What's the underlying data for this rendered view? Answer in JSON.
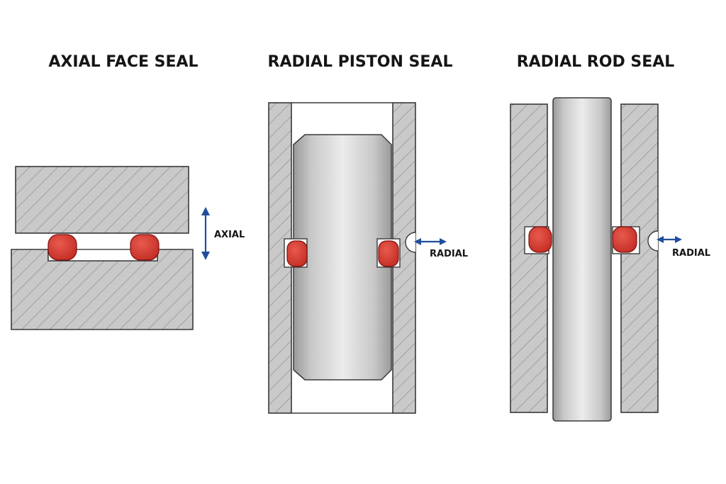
{
  "colors": {
    "seal": "#d63a2f",
    "arrow": "#1f4f9c",
    "housing_fill": "#c9c9c9",
    "hatch": "#8f8f8f",
    "metal_light": "#ececec",
    "metal_dark": "#9a9a9a"
  },
  "panels": {
    "axial_face": {
      "title": "AXIAL FACE SEAL",
      "motion_label": "AXIAL"
    },
    "radial_piston": {
      "title": "RADIAL PISTON SEAL",
      "motion_label": "RADIAL"
    },
    "radial_rod": {
      "title": "RADIAL ROD SEAL",
      "motion_label": "RADIAL"
    }
  },
  "icons": {
    "axial": "vertical-double-arrow-icon",
    "radial": "horizontal-double-arrow-icon"
  }
}
